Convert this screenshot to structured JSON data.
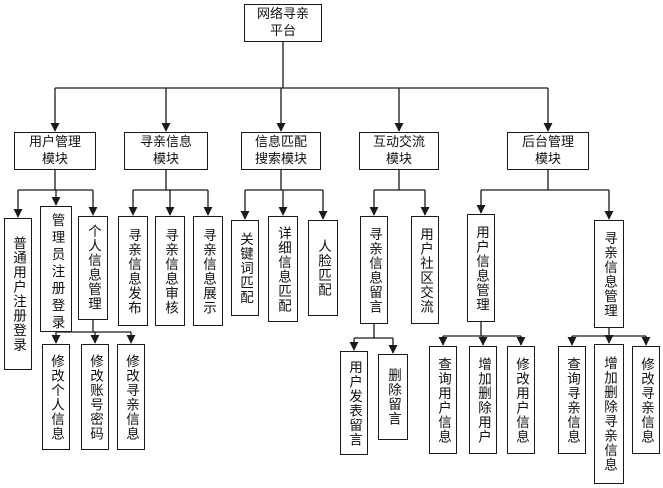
{
  "root": "网络寻亲\n平台",
  "modules": {
    "user_mgmt": "用户管理\n模块",
    "search_info": "寻亲信息\n模块",
    "match": "信息匹配\n搜索模块",
    "interact": "互动交流\n模块",
    "backend": "后台管理\n模块"
  },
  "user_mgmt": {
    "normal_login": "普通用户注册登录",
    "admin_login": "管理员注册登录",
    "personal_info": "个人信息管理",
    "edit_personal": "修改个人信息",
    "edit_account": "修改账号密码",
    "edit_search": "修改寻亲信息"
  },
  "search_info": {
    "publish": "寻亲信息发布",
    "review": "寻亲信息审核",
    "display": "寻亲信息展示"
  },
  "match": {
    "keyword": "关键词匹配",
    "detail": "详细信息匹配",
    "face": "人脸匹配"
  },
  "interact": {
    "message": "寻亲信息留言",
    "community": "用户社区交流",
    "user_post": "用户发表留言",
    "delete_msg": "删除留言"
  },
  "backend": {
    "user_info": "用户信息管理",
    "search_mgmt": "寻亲信息管理",
    "query_user": "查询用户信息",
    "add_del_user": "增加删除用户",
    "edit_user": "修改用户信息",
    "query_search": "查询寻亲信息",
    "add_del_search": "增加删除寻亲信息",
    "edit_search_info": "修改寻亲信息"
  }
}
